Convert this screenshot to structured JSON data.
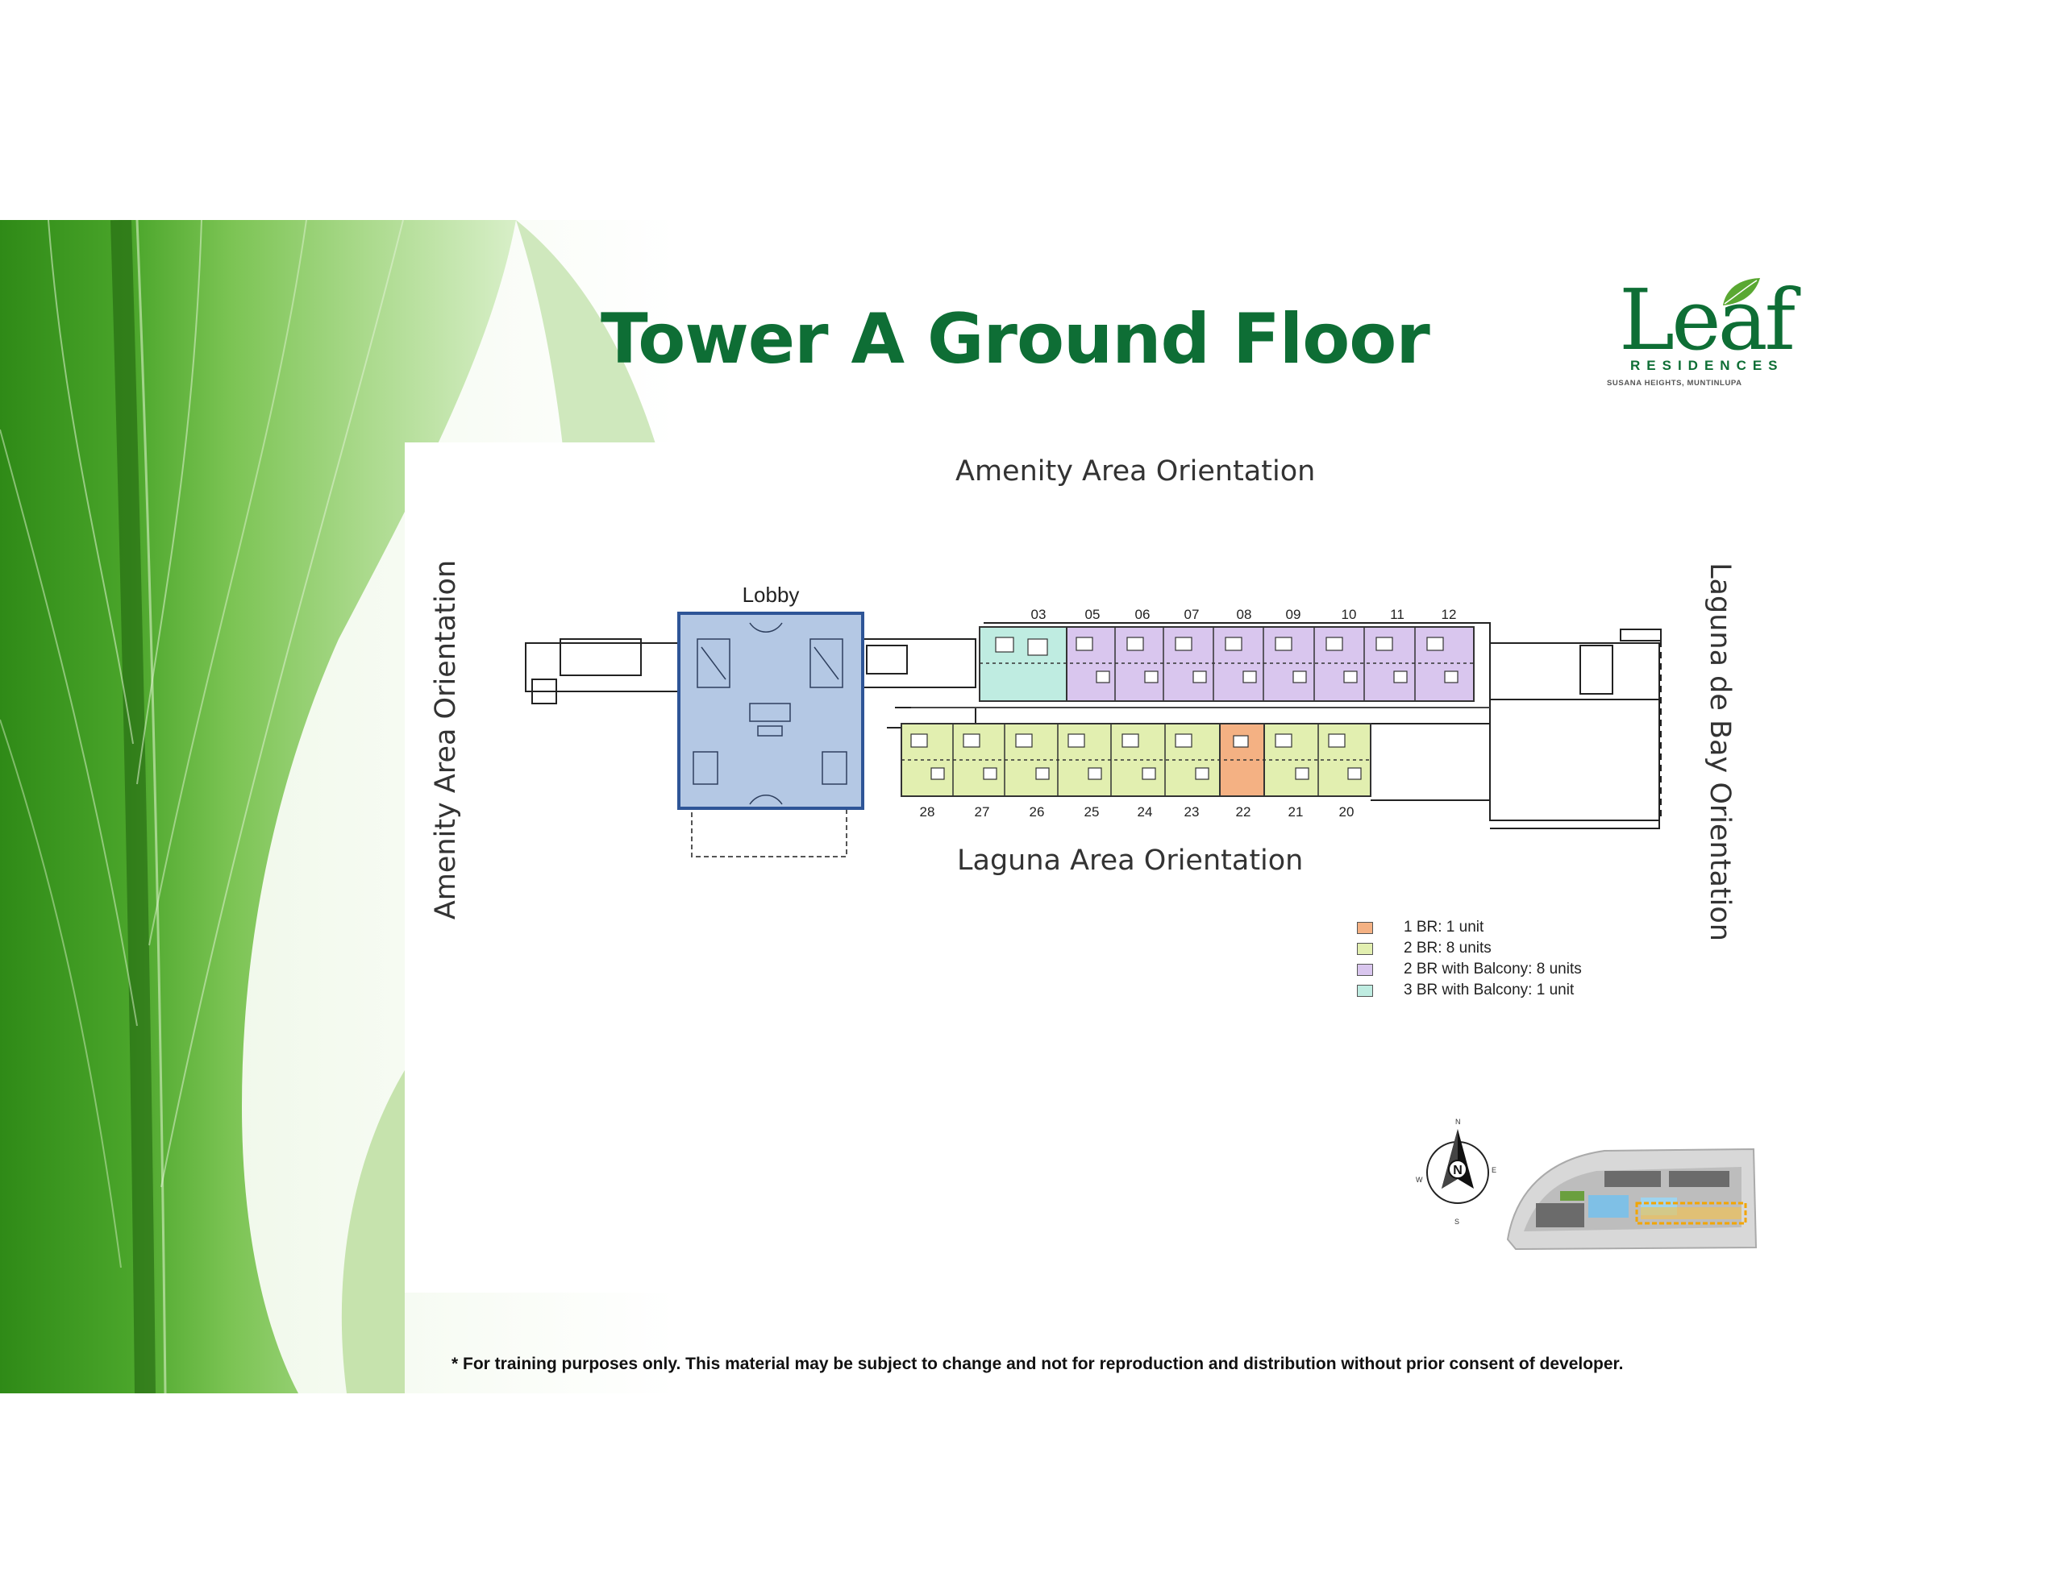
{
  "title": "Tower A Ground Floor",
  "logo": {
    "word": "Leaf",
    "sub1": "RESIDENCES",
    "sub2": "SUSANA HEIGHTS, MUNTINLUPA"
  },
  "orientation": {
    "top": "Amenity Area Orientation",
    "bottom": "Laguna Area Orientation",
    "left": "Amenity Area Orientation",
    "right": "Laguna de Bay Orientation"
  },
  "lobby_label": "Lobby",
  "top_units": [
    "03",
    "05",
    "06",
    "07",
    "08",
    "09",
    "10",
    "11",
    "12"
  ],
  "bottom_units": [
    "28",
    "27",
    "26",
    "25",
    "24",
    "23",
    "22",
    "21",
    "20"
  ],
  "legend": [
    {
      "label": "1 BR: 1 unit",
      "color": "#f4b183"
    },
    {
      "label": "2 BR: 8 units",
      "color": "#e2efb0"
    },
    {
      "label": "2 BR with Balcony: 8 units",
      "color": "#d9c6ee"
    },
    {
      "label": "3 BR with Balcony: 1 unit",
      "color": "#bfece1"
    }
  ],
  "compass": {
    "n": "N",
    "e": "E",
    "s": "S",
    "w": "W"
  },
  "disclaimer": "* For training purposes only. This material may be subject to change and not for reproduction and distribution without prior consent of developer.",
  "colors": {
    "brand_green": "#0e6e35",
    "lobby_blue": "#b4c8e4",
    "lobby_border": "#2e5597"
  }
}
